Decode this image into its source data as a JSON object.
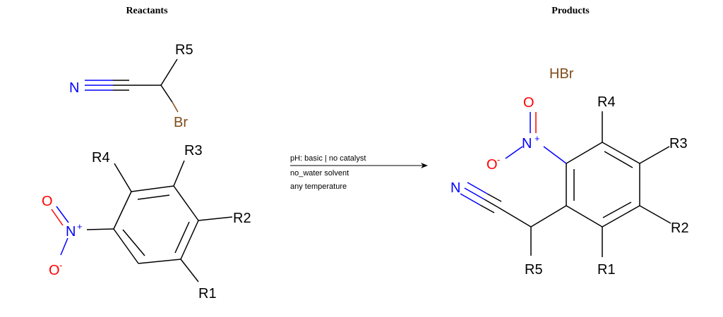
{
  "headings": {
    "reactants": "Reactants",
    "products": "Products"
  },
  "conditions": [
    "pH: basic | no catalyst",
    "no_water solvent",
    "any temperature"
  ],
  "reactant_1": {
    "substituent": "R5",
    "nitrogen": "N",
    "bromine": "Br"
  },
  "reactant_2": {
    "substituents": [
      "R1",
      "R2",
      "R3",
      "R4"
    ],
    "nitro_n": "N",
    "nitro_charge": "+",
    "oxygen": "O",
    "oxygen_minus": "O",
    "oxygen_charge": "-"
  },
  "product_1": {
    "substituents": [
      "R1",
      "R2",
      "R3",
      "R4",
      "R5"
    ],
    "nitrile_n": "N",
    "nitro_n": "N",
    "nitro_charge": "+",
    "oxygen": "O",
    "oxygen_minus": "O",
    "oxygen_charge": "-"
  },
  "product_2": {
    "formula": "HBr"
  },
  "colors": {
    "bond": "#000000",
    "nitrogen": "#0000ff",
    "oxygen": "#ff0000",
    "bromine": "#7f4c19"
  }
}
